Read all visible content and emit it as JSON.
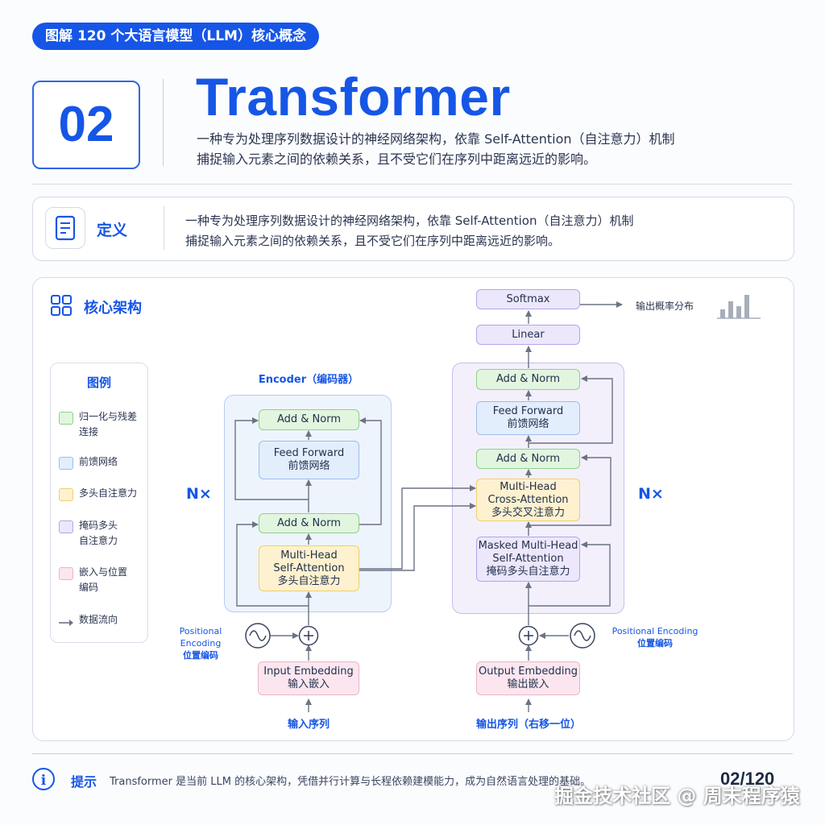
{
  "header": {
    "series_title": "图解 120 个大语言模型（LLM）核心概念",
    "number": "02",
    "title": "Transformer",
    "subtitle_line1": "一种专为处理序列数据设计的神经网络架构，依靠 Self-Attention（自注意力）机制",
    "subtitle_line2": "捕捉输入元素之间的依赖关系，且不受它们在序列中距离远近的影响。"
  },
  "definition": {
    "label": "定义",
    "line1": "一种专为处理序列数据设计的神经网络架构，依靠 Self-Attention（自注意力）机制",
    "line2": "捕捉输入元素之间的依赖关系，且不受它们在序列中距离远近的影响。"
  },
  "architecture": {
    "title": "核心架构",
    "legend": {
      "title": "图例",
      "items": [
        {
          "line1": "归一化与残差",
          "line2": "连接",
          "color": "#e2f5df"
        },
        {
          "line1": "前馈网络",
          "line2": "",
          "color": "#e3eefc"
        },
        {
          "line1": "多头自注意力",
          "line2": "",
          "color": "#fdf1cf"
        },
        {
          "line1": "掩码多头",
          "line2": "自注意力",
          "color": "#ece7fb"
        },
        {
          "line1": "嵌入与位置",
          "line2": "编码",
          "color": "#fbe6ef"
        }
      ],
      "flow_label": "数据流向"
    },
    "encoder": {
      "title": "Encoder（编码器）",
      "nx": "N×",
      "add_norm_top": "Add & Norm",
      "ff_line1": "Feed Forward",
      "ff_line2": "前馈网络",
      "add_norm_bottom": "Add & Norm",
      "mha_line1": "Multi-Head",
      "mha_line2": "Self-Attention",
      "mha_line3": "多头自注意力",
      "pe_line1": "Positional Encoding",
      "pe_line2": "位置编码",
      "emb_line1": "Input Embedding",
      "emb_line2": "输入嵌入",
      "input_label": "输入序列"
    },
    "decoder": {
      "nx": "N×",
      "softmax": "Softmax",
      "linear": "Linear",
      "output_prob": "输出概率分布",
      "add_norm_top": "Add & Norm",
      "ff_line1": "Feed Forward",
      "ff_line2": "前馈网络",
      "add_norm_mid": "Add & Norm",
      "cross_line1": "Multi-Head",
      "cross_line2": "Cross-Attention",
      "cross_line3": "多头交叉注意力",
      "masked_line1": "Masked Multi-Head",
      "masked_line2": "Self-Attention",
      "masked_line3": "掩码多头自注意力",
      "pe_line1": "Positional Encoding",
      "pe_line2": "位置编码",
      "emb_line1": "Output Embedding",
      "emb_line2": "输出嵌入",
      "output_label": "输出序列（右移一位）"
    }
  },
  "tip": {
    "icon": "i",
    "label": "提示",
    "text": "Transformer 是当前 LLM 的核心架构，凭借并行计算与长程依赖建模能力，成为自然语言处理的基础。",
    "page": "02/120"
  },
  "watermark": "掘金技术社区 @ 周末程序猿"
}
